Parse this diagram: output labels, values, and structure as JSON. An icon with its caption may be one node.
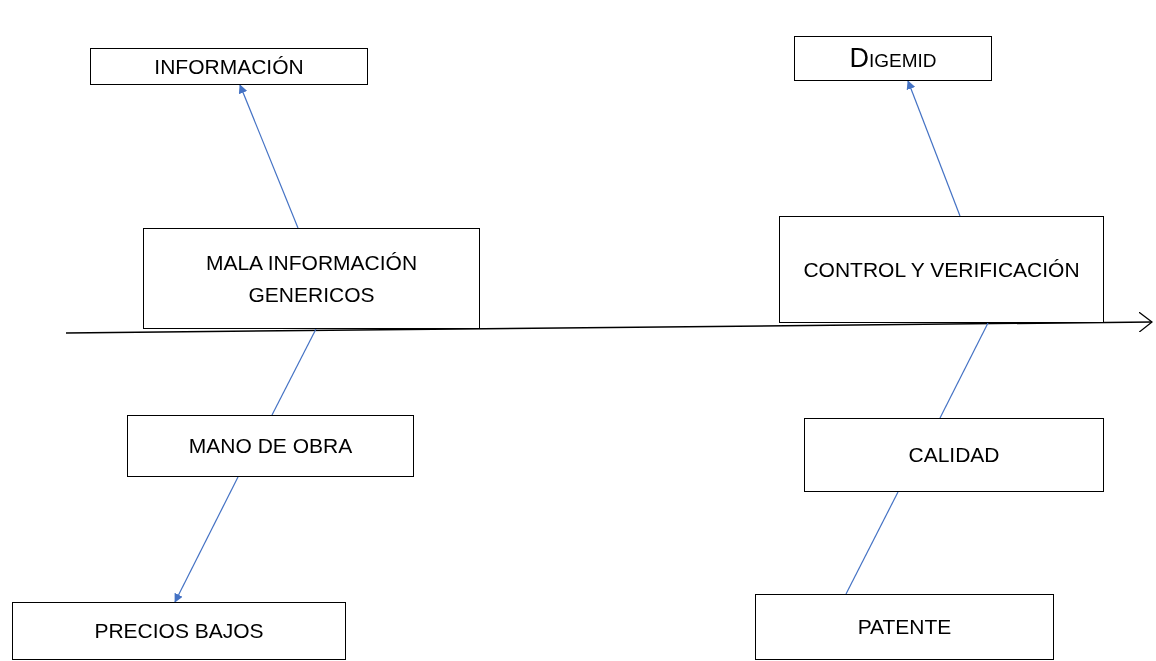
{
  "diagram": {
    "nodes": [
      {
        "text": [
          "INFORMACIÓN"
        ]
      },
      {
        "text": [
          "DIGEMID"
        ]
      },
      {
        "text": [
          "MALA INFORMACIÓN GENERICOS"
        ]
      },
      {
        "text": [
          "CONTROL Y VERIFICACIÓN"
        ]
      },
      {
        "text": [
          "MANO DE OBRA"
        ]
      },
      {
        "text": [
          "CALIDAD"
        ]
      },
      {
        "text": [
          "PRECIOS BAJOS"
        ]
      },
      {
        "text": [
          "PATENTE"
        ]
      }
    ],
    "edges": [
      {
        "from": 2,
        "to": 0,
        "arrow": "to"
      },
      {
        "from": 3,
        "to": 1,
        "arrow": "to"
      },
      {
        "from": 4,
        "to": 2,
        "arrow": "none"
      },
      {
        "from": 4,
        "to": 6,
        "arrow": "to"
      },
      {
        "from": 5,
        "to": 3,
        "arrow": "none"
      },
      {
        "from": 7,
        "to": 5,
        "arrow": "none"
      }
    ]
  }
}
